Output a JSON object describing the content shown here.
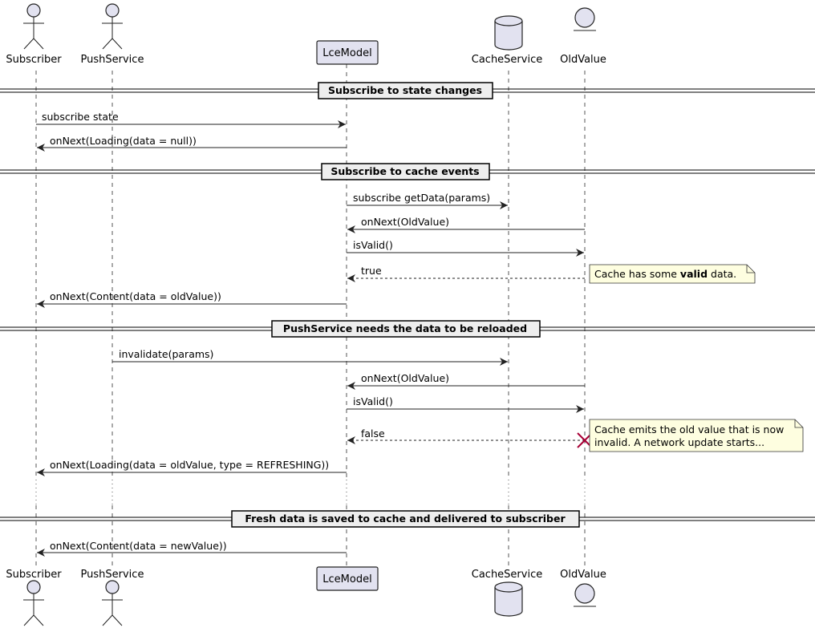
{
  "participants": [
    {
      "id": "subscriber",
      "name": "Subscriber",
      "kind": "actor"
    },
    {
      "id": "pushservice",
      "name": "PushService",
      "kind": "actor"
    },
    {
      "id": "lcemodel",
      "name": "LceModel",
      "kind": "participant"
    },
    {
      "id": "cacheservice",
      "name": "CacheService",
      "kind": "database"
    },
    {
      "id": "oldvalue",
      "name": "OldValue",
      "kind": "entity"
    }
  ],
  "dividers": [
    "Subscribe to state changes",
    "Subscribe to cache events",
    "PushService needs the data to be reloaded",
    "Fresh data is saved to cache and delivered to subscriber"
  ],
  "messages": [
    {
      "from": "subscriber",
      "to": "lcemodel",
      "label": "subscribe state",
      "style": "solid"
    },
    {
      "from": "lcemodel",
      "to": "subscriber",
      "label": "onNext(Loading(data = null))",
      "style": "solid"
    },
    {
      "from": "lcemodel",
      "to": "cacheservice",
      "label": "subscribe getData(params)",
      "style": "solid"
    },
    {
      "from": "oldvalue",
      "to": "lcemodel",
      "label": "onNext(OldValue)",
      "style": "solid"
    },
    {
      "from": "lcemodel",
      "to": "oldvalue",
      "label": "isValid()",
      "style": "solid"
    },
    {
      "from": "oldvalue",
      "to": "lcemodel",
      "label": "true",
      "style": "dashed"
    },
    {
      "from": "lcemodel",
      "to": "subscriber",
      "label": "onNext(Content(data = oldValue))",
      "style": "solid"
    },
    {
      "from": "pushservice",
      "to": "cacheservice",
      "label": "invalidate(params)",
      "style": "solid"
    },
    {
      "from": "oldvalue",
      "to": "lcemodel",
      "label": "onNext(OldValue)",
      "style": "solid"
    },
    {
      "from": "lcemodel",
      "to": "oldvalue",
      "label": "isValid()",
      "style": "solid"
    },
    {
      "from": "oldvalue",
      "to": "lcemodel",
      "label": "false",
      "style": "dashed"
    },
    {
      "from": "lcemodel",
      "to": "subscriber",
      "label": "onNext(Loading(data = oldValue, type = REFRESHING))",
      "style": "solid"
    },
    {
      "from": "lcemodel",
      "to": "subscriber",
      "label": "onNext(Content(data = newValue))",
      "style": "solid"
    }
  ],
  "notes": {
    "valid": {
      "before": "Cache has some ",
      "bold": "valid",
      "after": " data."
    },
    "invalid": {
      "line1": "Cache emits the old value that is now",
      "line2": "invalid. A network update starts..."
    }
  },
  "destroy": {
    "participant": "oldvalue",
    "marker": "x-icon"
  }
}
